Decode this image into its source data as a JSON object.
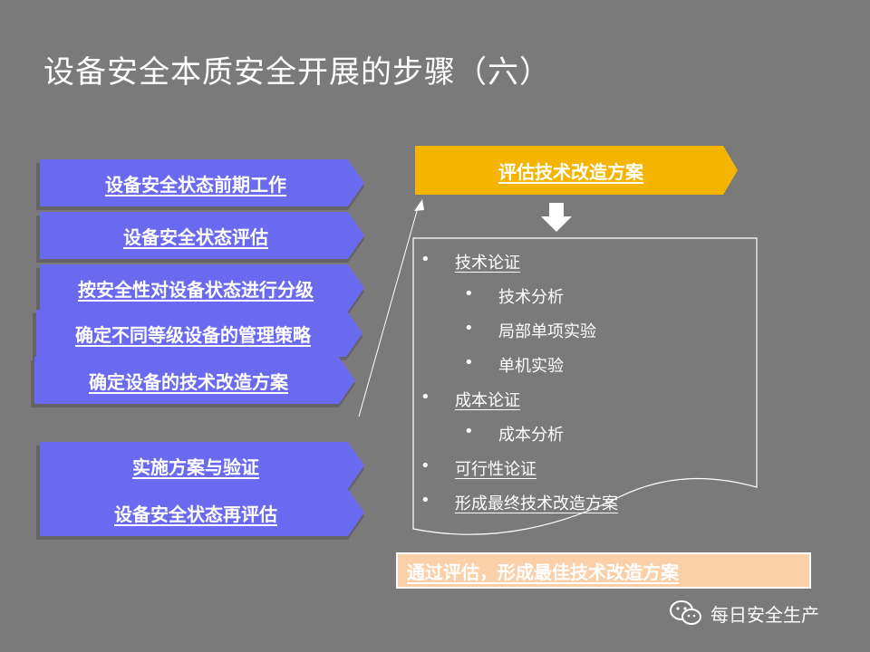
{
  "title": "设备安全本质安全开展的步骤（六）",
  "steps": [
    "设备安全状态前期工作",
    "设备安全状态评估",
    "按安全性对设备状态进行分级",
    "确定不同等级设备的管理策略",
    "确定设备的技术改造方案",
    "实施方案与验证",
    "设备安全状态再评估"
  ],
  "evaluate_label": "评估技术改造方案",
  "list": [
    {
      "text": "技术论证",
      "children": [
        "技术分析",
        "局部单项实验",
        "单机实验"
      ]
    },
    {
      "text": "成本论证",
      "children": [
        "成本分析"
      ]
    },
    {
      "text": "可行性论证",
      "children": []
    },
    {
      "text": "形成最终技术改造方案",
      "children": []
    }
  ],
  "result_label": "通过评估，形成最佳技术改造方案",
  "watermark": "每日安全生产",
  "colors": {
    "background": "#7a7a7a",
    "step_fill": "#6a6af0",
    "evaluate_fill": "#f5b400",
    "result_fill": "#fbd0a8",
    "text": "#ffffff"
  },
  "icons": {
    "down_arrow": "down-arrow-icon",
    "wechat": "wechat-icon"
  }
}
